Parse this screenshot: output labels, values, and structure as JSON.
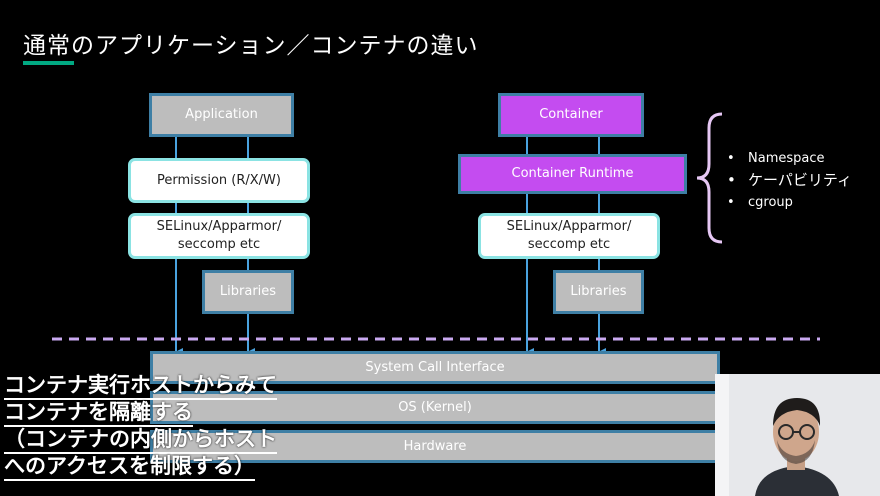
{
  "slide": {
    "title": "通常のアプリケーション／コンテナの違い",
    "accent_color": "#01a982"
  },
  "left_stack": {
    "application": "Application",
    "permission": "Permission (R/X/W)",
    "selinux_line1": "SELinux/Apparmor/",
    "selinux_line2": "seccomp etc",
    "libraries": "Libraries"
  },
  "right_stack": {
    "container": "Container",
    "runtime": "Container Runtime",
    "selinux_line1": "SELinux/Apparmor/",
    "selinux_line2": "seccomp etc",
    "libraries": "Libraries"
  },
  "runtime_features": [
    "Namespace",
    "ケーパビリティ",
    "cgroup"
  ],
  "layers": {
    "syscall": "System Call Interface",
    "os": "OS (Kernel)",
    "hardware": "Hardware"
  },
  "caption": {
    "lines": [
      "コンテナ実行ホストからみて",
      "コンテナを隔離する",
      "（コンテナの内側からホスト",
      "へのアクセスを制限する）"
    ]
  },
  "colors": {
    "box_gray": "#bdbdbd",
    "box_border": "#3e7fa5",
    "container_purple": "#c44cf0",
    "cyan_border": "#8be3e3",
    "arrow": "#4aa3df",
    "dashed_separator": "#c9a9f0"
  },
  "icons": [
    "brace-icon",
    "arrow-down-icon"
  ],
  "webcam": {
    "subject": "presenter-avatar"
  }
}
